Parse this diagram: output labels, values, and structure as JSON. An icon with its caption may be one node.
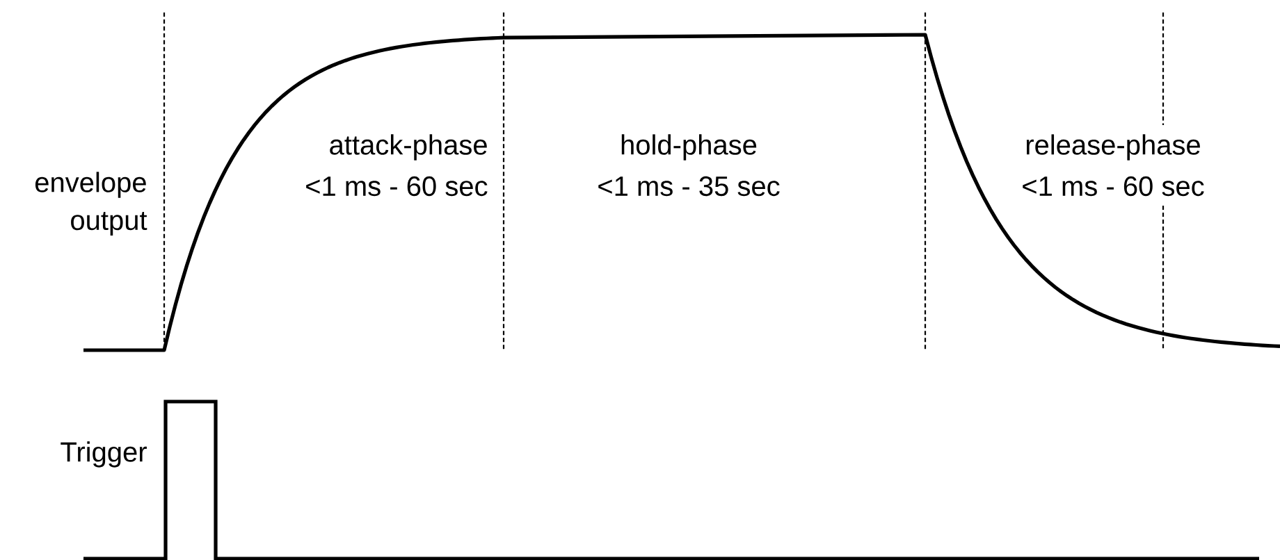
{
  "diagram": {
    "labels": [
      "attack-phase",
      "<1 ms - 60 sec",
      "hold-phase",
      "<1 ms - 35 sec",
      "release-phase",
      "<1 ms - 60 sec",
      "envelope",
      "output",
      "Trigger"
    ]
  }
}
